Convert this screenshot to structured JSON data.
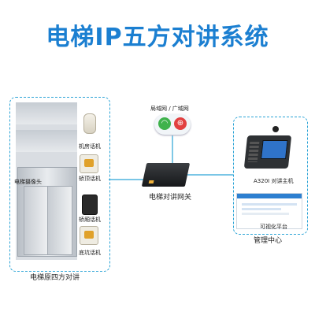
{
  "title": "电梯IP五方对讲系统",
  "elevator": {
    "caption": "电梯原四方对讲",
    "camera_label": "电梯摄像头",
    "devices": [
      "机房话机",
      "轿顶话机",
      "轿厢话机",
      "底坑话机"
    ]
  },
  "network": {
    "label": "局域网 / 广域网"
  },
  "gateway": {
    "label": "电梯对讲网关"
  },
  "center": {
    "caption": "管理中心",
    "host_label": "A320I 对讲主机",
    "platform_label": "可视化平台"
  },
  "colors": {
    "title": "#1b7fd1",
    "line": "#2aa3d6"
  }
}
